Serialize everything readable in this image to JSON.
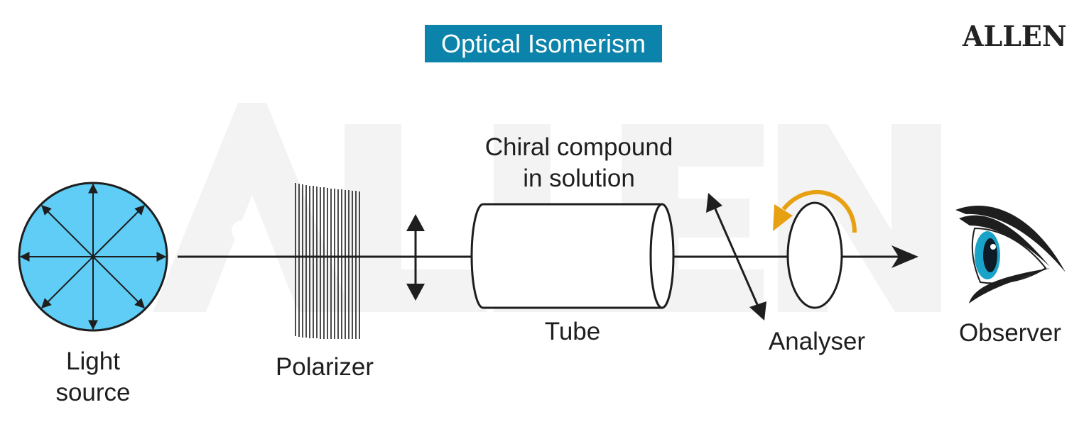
{
  "title": "Optical Isomerism",
  "logo": "ALLEN",
  "watermark": "ALLEN",
  "labels": {
    "light_source_line1": "Light",
    "light_source_line2": "source",
    "polarizer": "Polarizer",
    "chiral_line1": "Chiral compound",
    "chiral_line2": "in solution",
    "tube": "Tube",
    "analyser": "Analyser",
    "observer": "Observer"
  },
  "colors": {
    "title_bg": "#0b83aa",
    "title_text": "#ffffff",
    "light_source_fill": "#5fcdf6",
    "rotation_arrow": "#e8a013",
    "eye_iris": "#1aa3c9",
    "line": "#1e1e1e",
    "watermark": "#f3f3f3"
  },
  "icons": {
    "light_source": "circle-with-radial-arrows",
    "polarizer": "vertical-slit-grating",
    "analyser": "ellipse-lens",
    "rotation": "curved-arrow-icon",
    "observer": "eye-icon"
  }
}
